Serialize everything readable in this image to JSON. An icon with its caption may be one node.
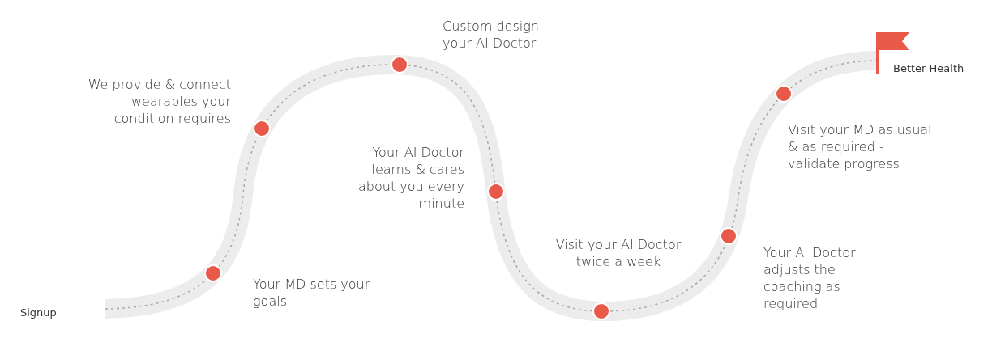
{
  "diagram": {
    "nodes": [
      {
        "text": [
          "Signup"
        ]
      },
      {
        "text": [],
        "shape": "circle",
        "beside": [
          "Your MD sets your goals"
        ]
      },
      {
        "text": [],
        "shape": "circle",
        "beside": [
          "We provide & connect wearables your condition requires"
        ]
      },
      {
        "text": [],
        "shape": "circle",
        "beside": [
          "Custom design your AI Doctor"
        ]
      },
      {
        "text": [],
        "shape": "circle",
        "beside": [
          "Your AI Doctor learns & cares about you every minute"
        ]
      },
      {
        "text": [],
        "shape": "circle",
        "beside": [
          "Visit your AI Doctor twice a week"
        ]
      },
      {
        "text": [],
        "shape": "circle",
        "beside": [
          "Your AI Doctor adjusts the coaching as required"
        ]
      },
      {
        "text": [],
        "shape": "circle",
        "beside": [
          "Visit your MD as usual & as required - validate progress"
        ]
      },
      {
        "text": [
          "Better Health"
        ]
      }
    ],
    "edges": [
      {
        "from": 0,
        "to": 1,
        "arrow": "none"
      },
      {
        "from": 1,
        "to": 2,
        "arrow": "none"
      },
      {
        "from": 2,
        "to": 3,
        "arrow": "none"
      },
      {
        "from": 3,
        "to": 4,
        "arrow": "none"
      },
      {
        "from": 4,
        "to": 5,
        "arrow": "none"
      },
      {
        "from": 5,
        "to": 6,
        "arrow": "none"
      },
      {
        "from": 6,
        "to": 7,
        "arrow": "none"
      },
      {
        "from": 7,
        "to": 8,
        "arrow": "none"
      }
    ]
  }
}
